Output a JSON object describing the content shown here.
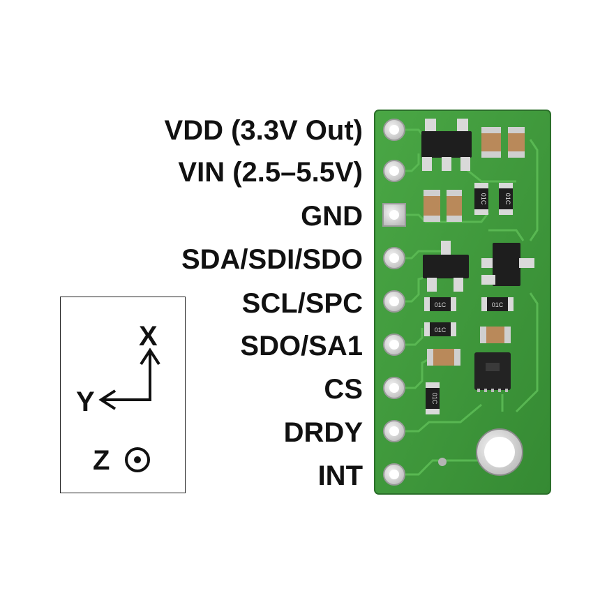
{
  "pins": [
    {
      "label": "VDD (3.3V Out)"
    },
    {
      "label": "VIN (2.5–5.5V)"
    },
    {
      "label": "GND"
    },
    {
      "label": "SDA/SDI/SDO"
    },
    {
      "label": "SCL/SPC"
    },
    {
      "label": "SDO/SA1"
    },
    {
      "label": "CS"
    },
    {
      "label": "DRDY"
    },
    {
      "label": "INT"
    }
  ],
  "axes": {
    "x": "X",
    "y": "Y",
    "z": "Z"
  },
  "resistor_marking": "01C",
  "colors": {
    "pcb": "#3f9a3a",
    "pad": "#e8e8e8",
    "text": "#111111"
  }
}
